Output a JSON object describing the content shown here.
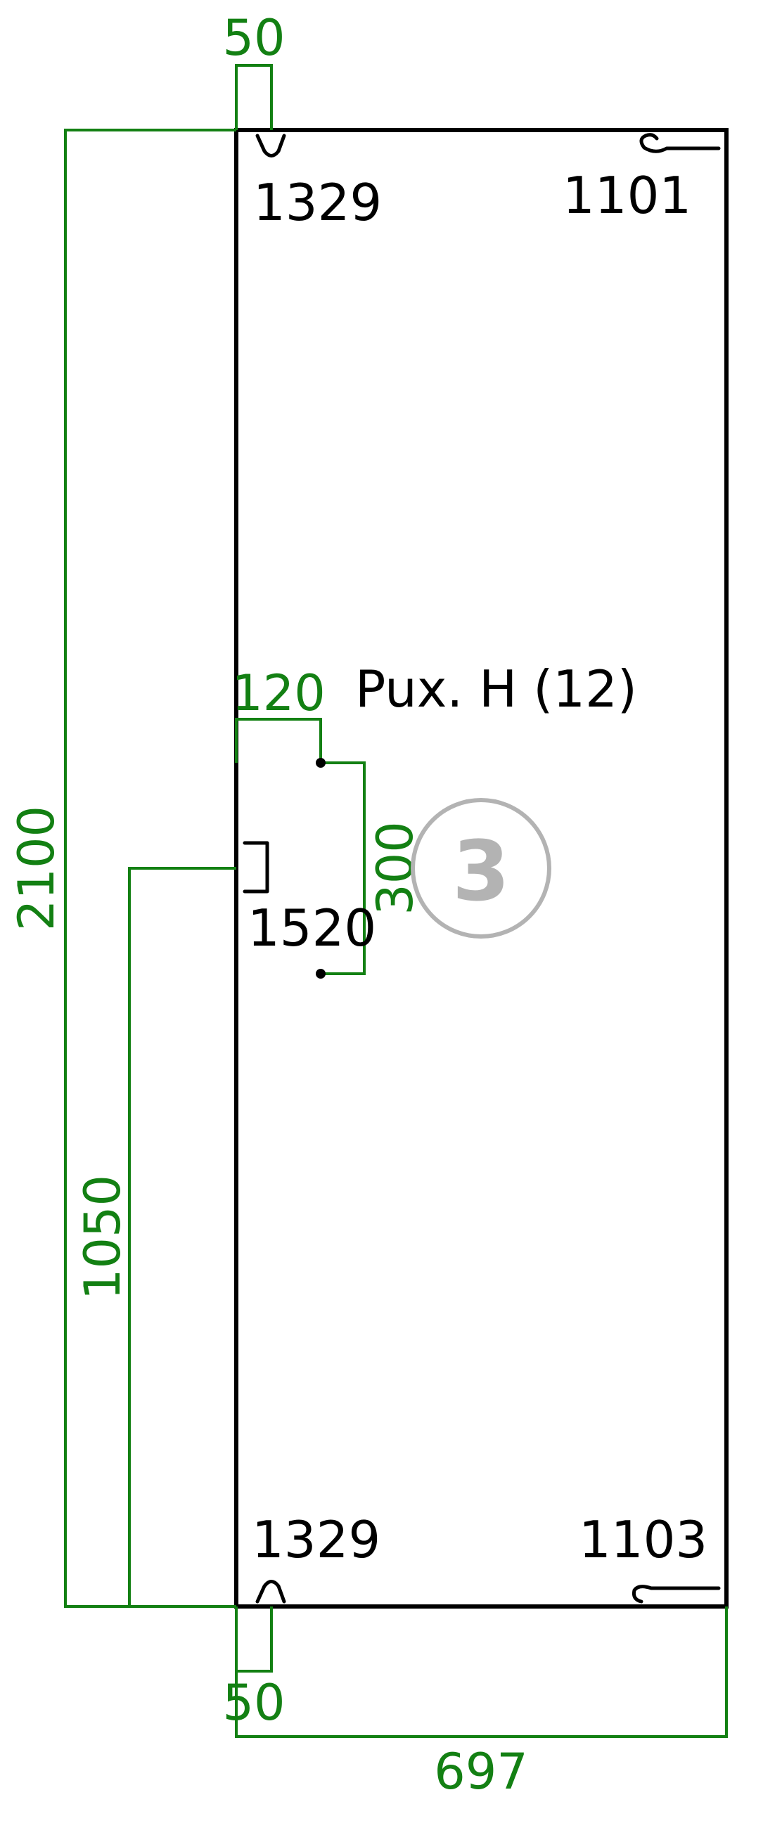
{
  "dimensions": {
    "top_width": "50",
    "total_height": "2100",
    "hinge_offset": "120",
    "hole_spacing": "300",
    "handle_height": "1050",
    "bottom_width": "50",
    "total_width": "697"
  },
  "labels": {
    "top_left_code": "1329",
    "top_right_code": "1101",
    "title": "Pux. H (12)",
    "handle_code": "1520",
    "bottom_left_code": "1329",
    "bottom_right_code": "1103"
  },
  "badge": {
    "number": "3"
  },
  "colors": {
    "dimension": "#138013",
    "outline": "#000000",
    "badge": "#b3b3b3"
  }
}
